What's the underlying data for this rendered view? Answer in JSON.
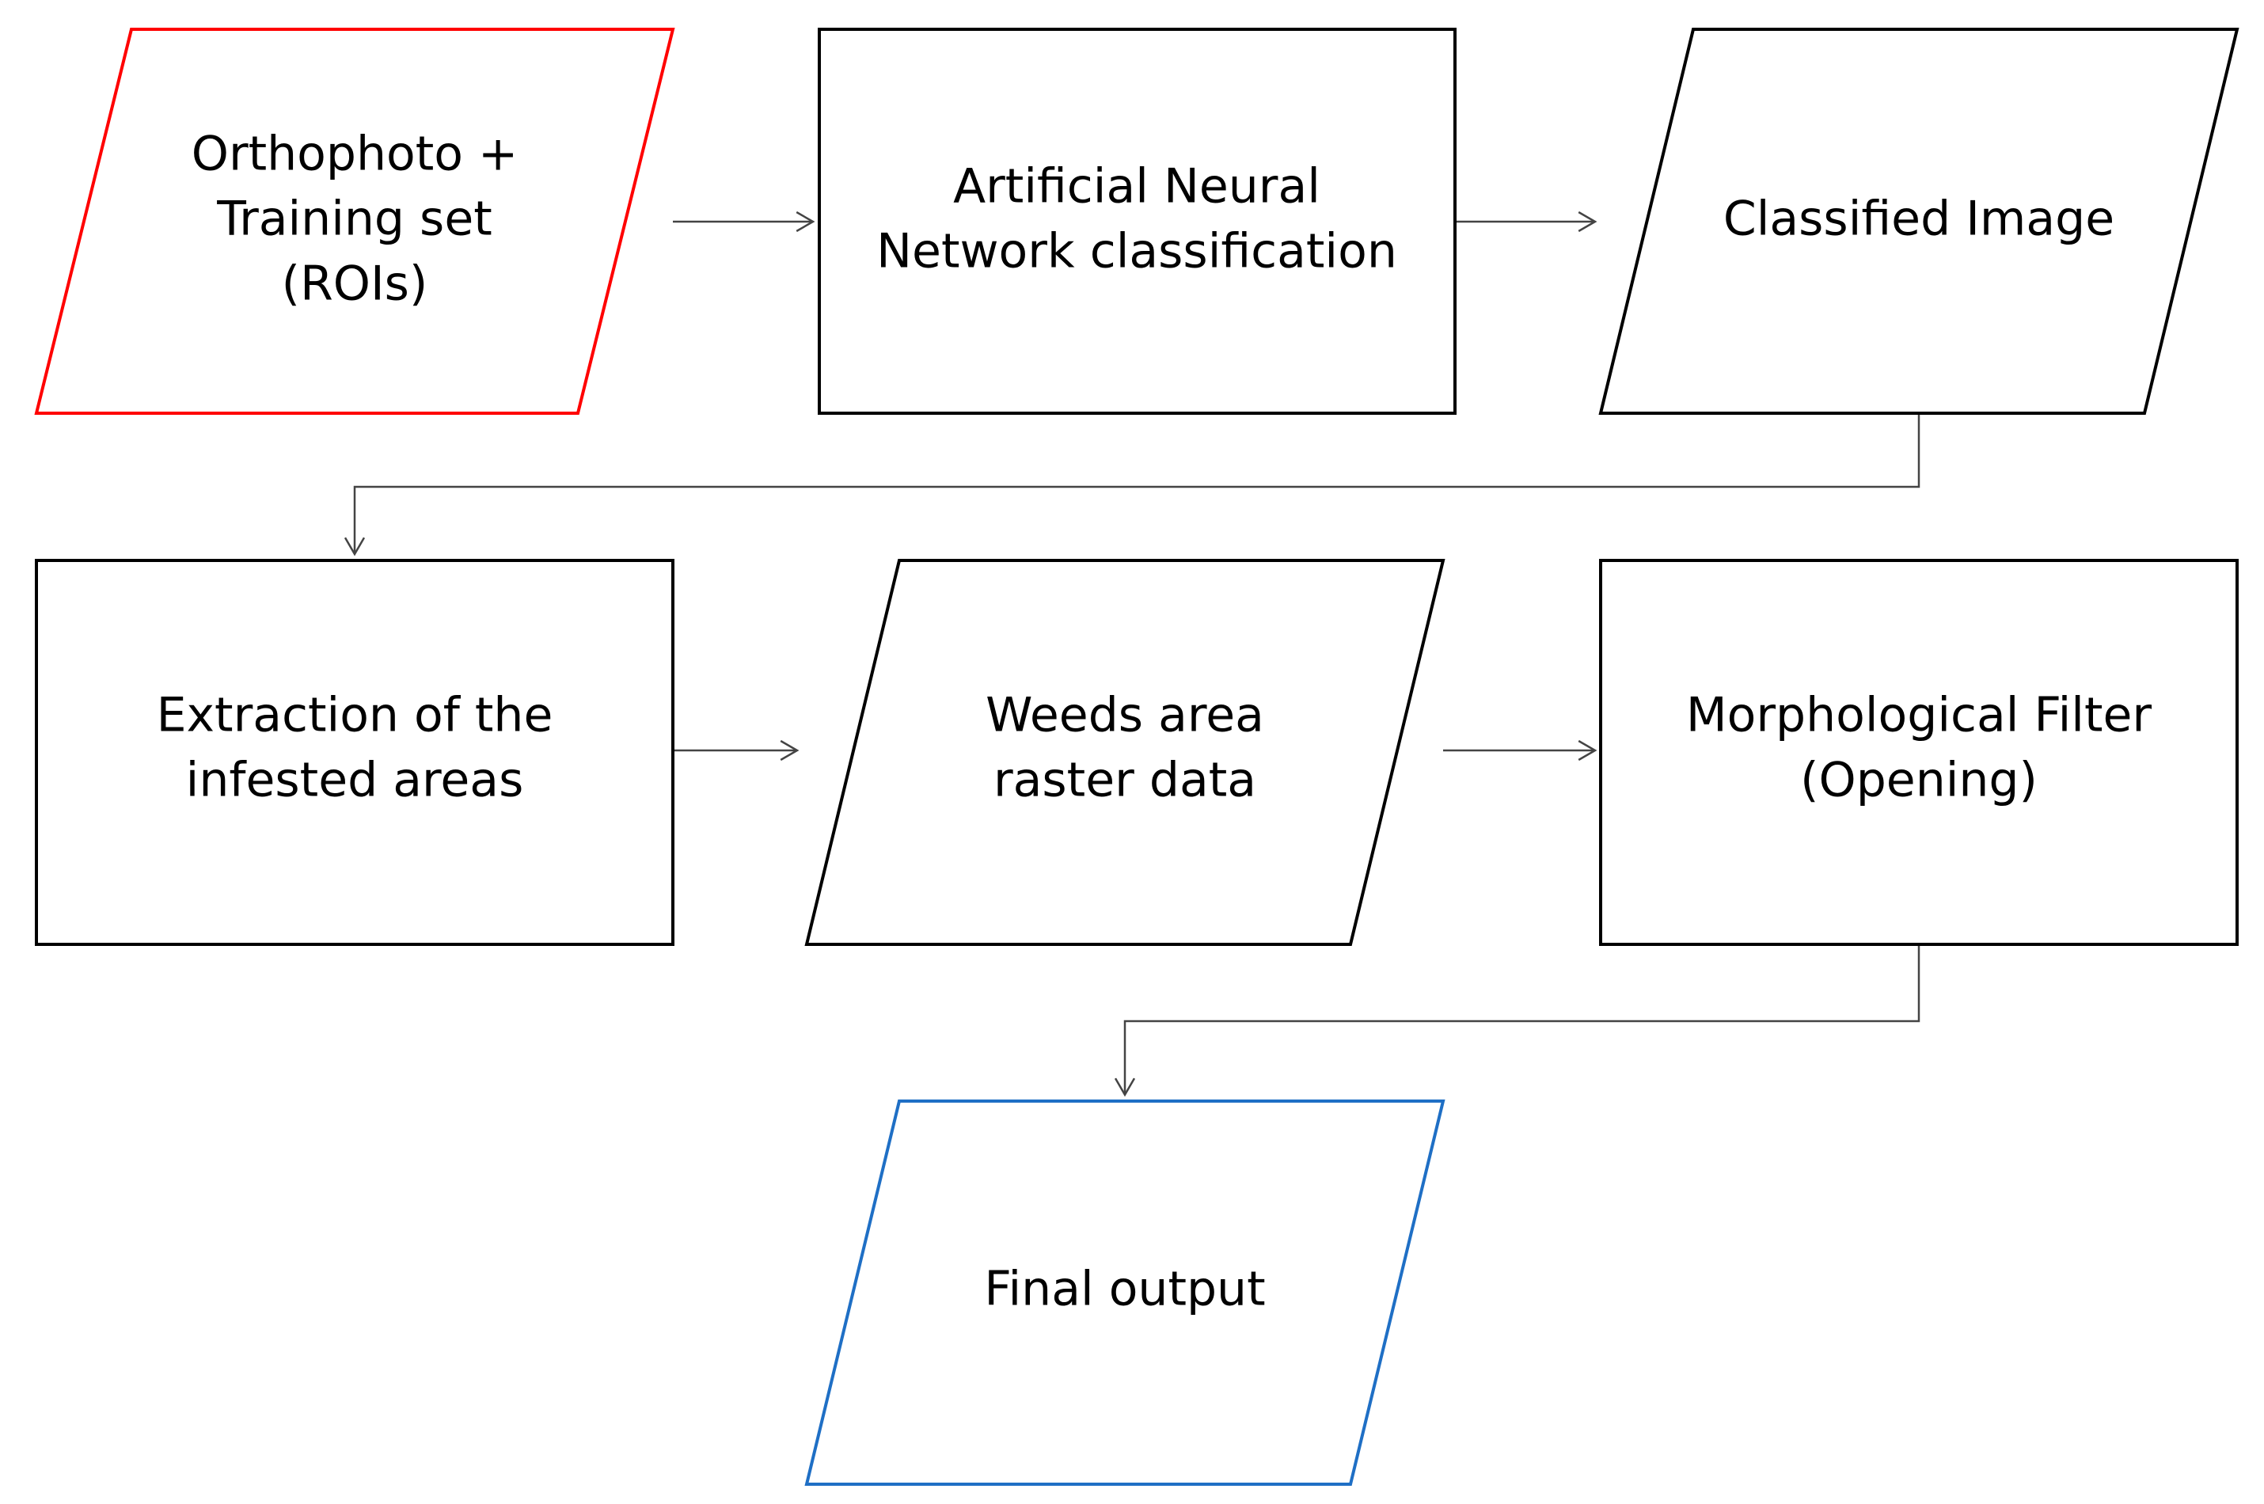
{
  "diagram": {
    "type": "flowchart",
    "colors": {
      "default_stroke": "#000000",
      "input_stroke": "#ff0000",
      "output_stroke": "#1f6fc5",
      "connector": "#444444",
      "background": "#ffffff"
    },
    "nodes": [
      {
        "id": "input",
        "shape": "parallelogram",
        "color": "#ff0000",
        "lines": [
          "Orthophoto +",
          "Training set",
          "(ROIs)"
        ]
      },
      {
        "id": "ann",
        "shape": "rectangle",
        "color": "#000000",
        "lines": [
          "Artificial Neural",
          "Network classification"
        ]
      },
      {
        "id": "classified",
        "shape": "parallelogram",
        "color": "#000000",
        "lines": [
          "Classified Image"
        ]
      },
      {
        "id": "extraction",
        "shape": "rectangle",
        "color": "#000000",
        "lines": [
          "Extraction of the",
          "infested areas"
        ]
      },
      {
        "id": "weeds",
        "shape": "parallelogram",
        "color": "#000000",
        "lines": [
          "Weeds area",
          "raster data"
        ]
      },
      {
        "id": "morph",
        "shape": "rectangle",
        "color": "#000000",
        "lines": [
          "Morphological Filter",
          "(Opening)"
        ]
      },
      {
        "id": "final",
        "shape": "parallelogram",
        "color": "#1f6fc5",
        "lines": [
          "Final output"
        ]
      }
    ],
    "edges": [
      {
        "from": "input",
        "to": "ann"
      },
      {
        "from": "ann",
        "to": "classified"
      },
      {
        "from": "classified",
        "to": "extraction"
      },
      {
        "from": "extraction",
        "to": "weeds"
      },
      {
        "from": "weeds",
        "to": "morph"
      },
      {
        "from": "morph",
        "to": "final"
      }
    ]
  }
}
